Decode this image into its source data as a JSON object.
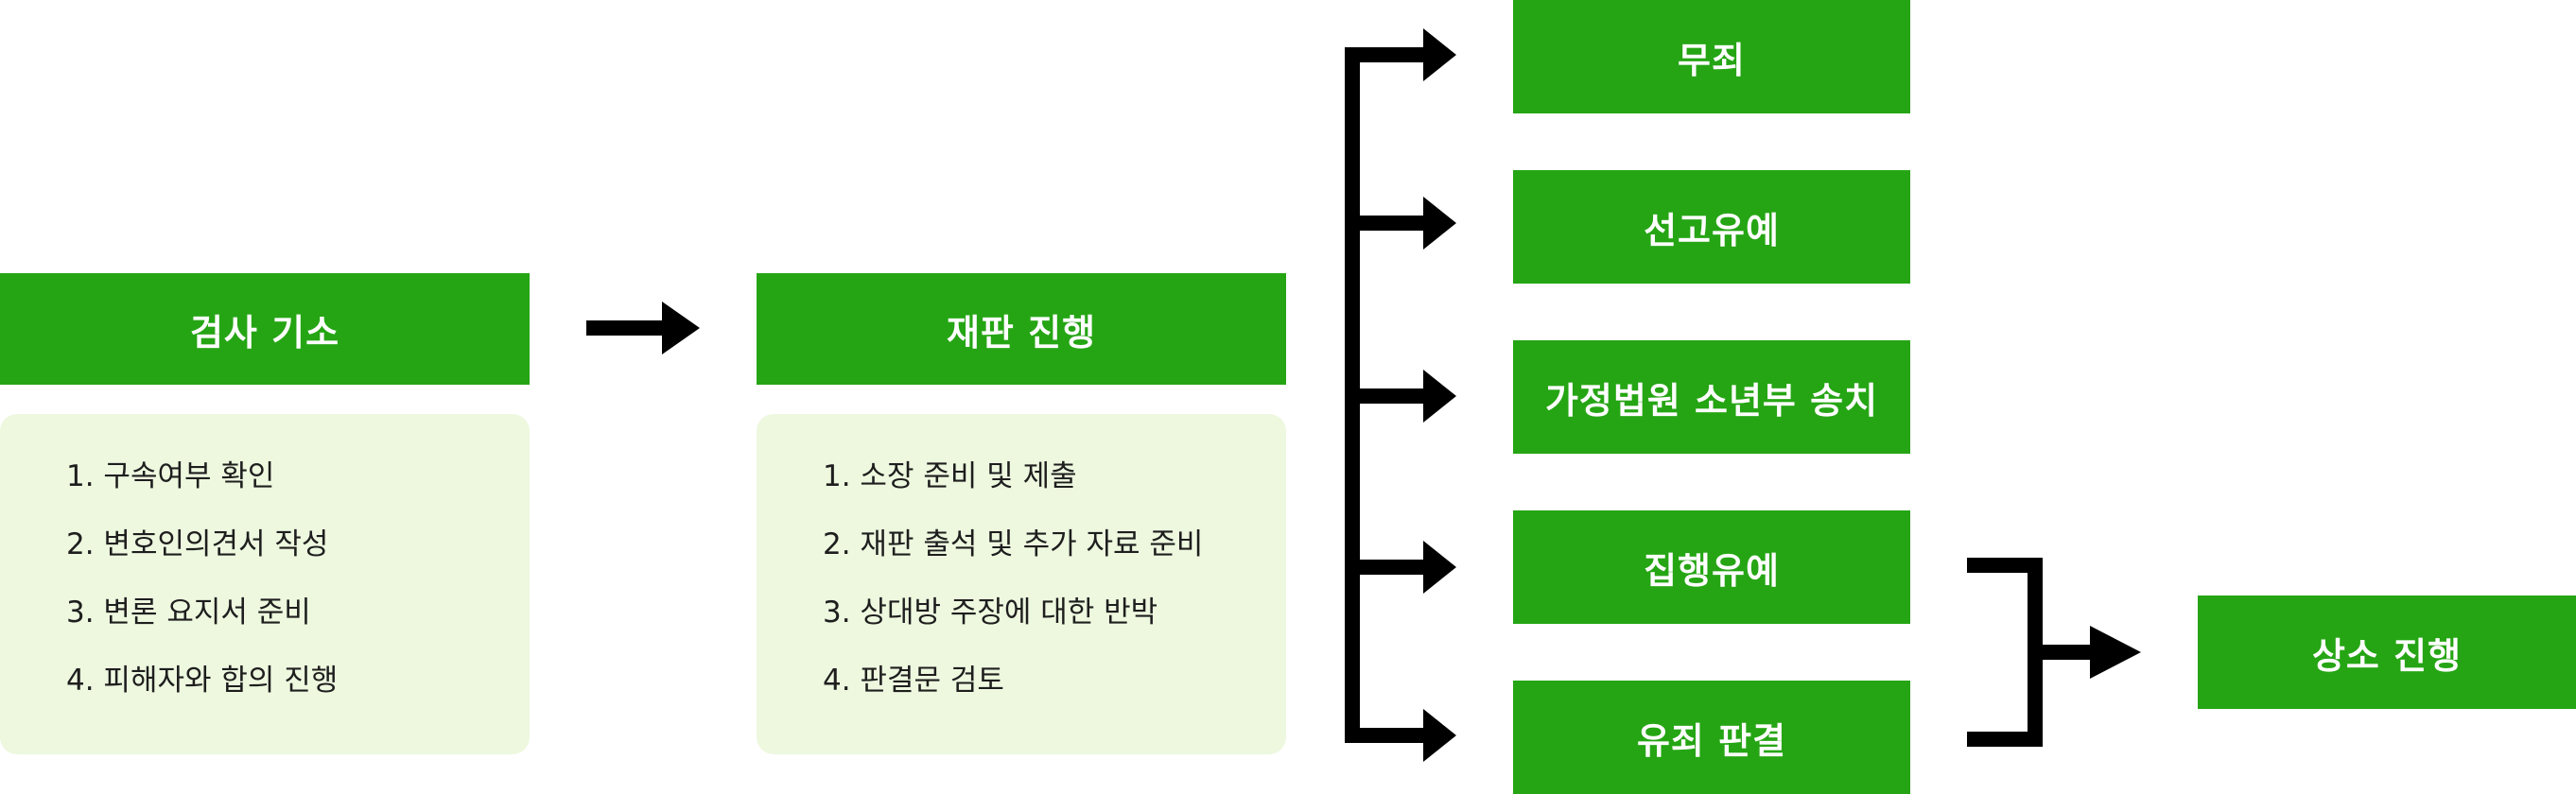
{
  "stages": {
    "indictment": {
      "title": "검사 기소",
      "items": [
        "1. 구속여부 확인",
        "2. 변호인의견서 작성",
        "3. 변론 요지서 준비",
        "4. 피해자와 합의 진행"
      ]
    },
    "trial": {
      "title": "재판 진행",
      "items": [
        "1. 소장 준비 및 제출",
        "2. 재판 출석 및 추가 자료 준비",
        "3. 상대방 주장에 대한 반박",
        "4. 판결문 검토"
      ]
    }
  },
  "outcomes": [
    "무죄",
    "선고유예",
    "가정법원 소년부 송치",
    "집행유예",
    "유죄 판결"
  ],
  "appeal": "상소 진행",
  "colors": {
    "green": "#25a514",
    "panel": "#edf8df",
    "arrow": "#000000"
  }
}
